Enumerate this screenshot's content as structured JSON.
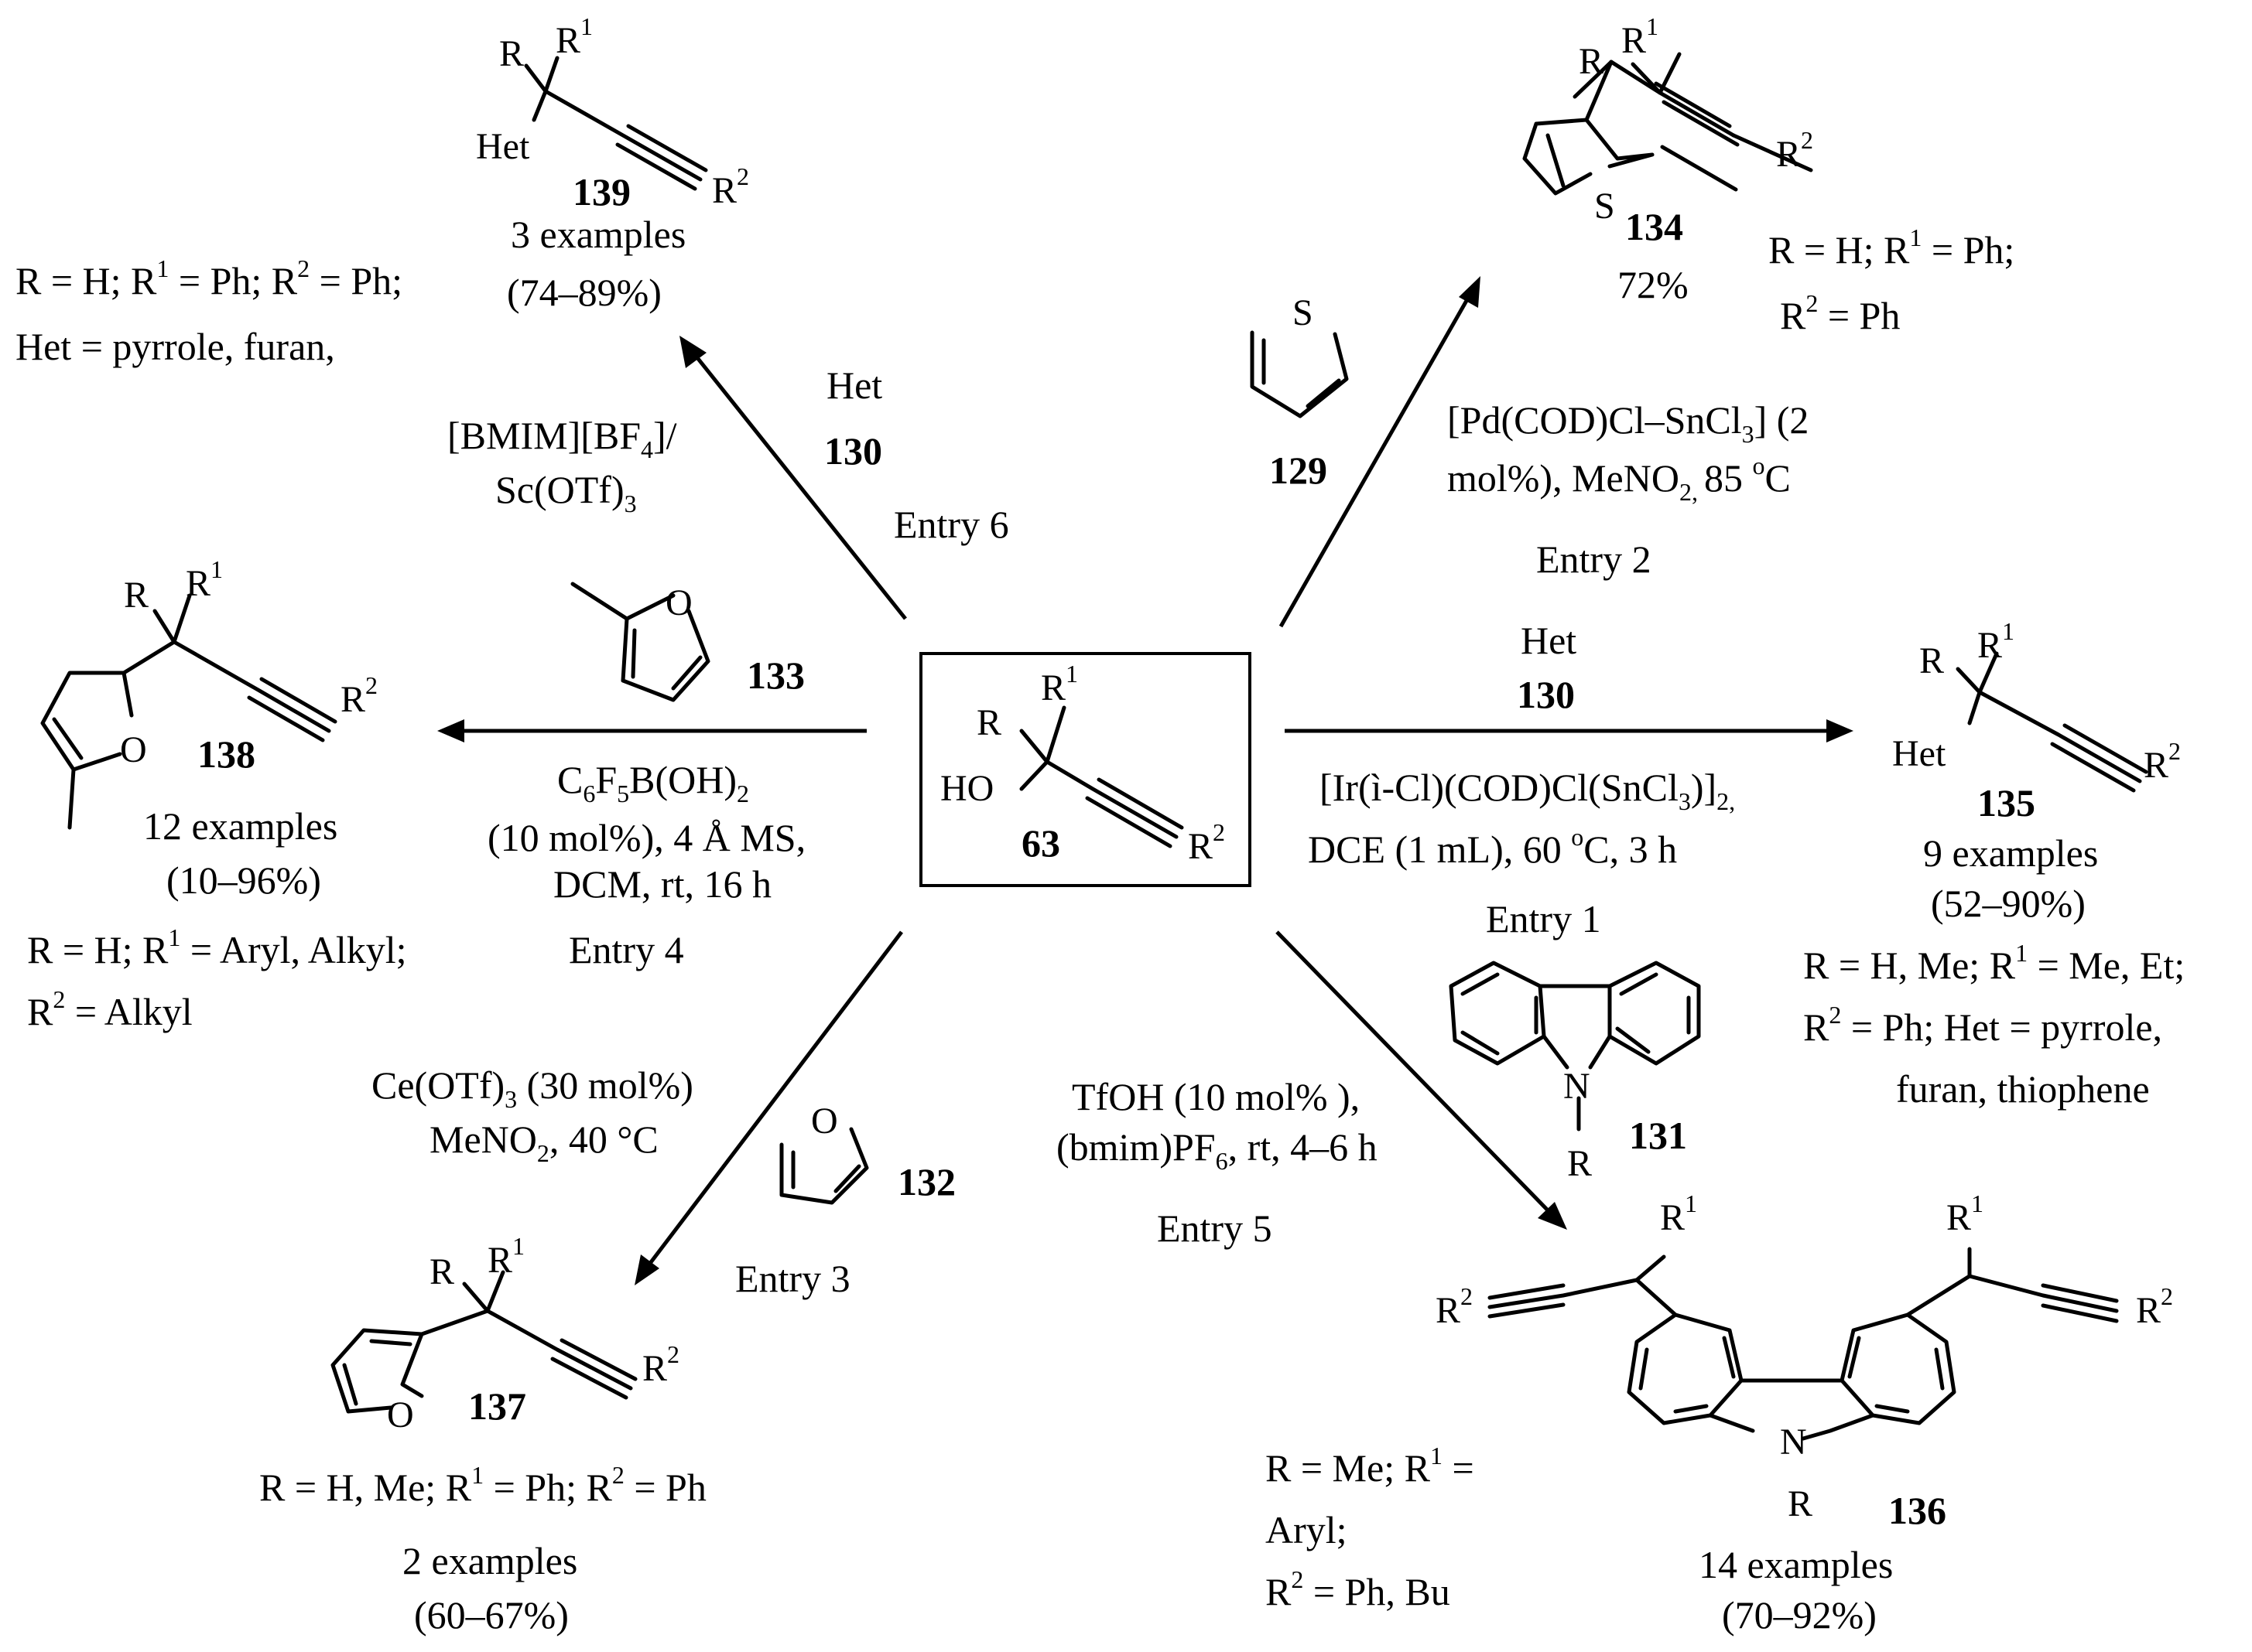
{
  "start": {
    "id": "63",
    "R": "R",
    "R1": "R",
    "R1_sup": "1",
    "HO": "HO",
    "R2": "R",
    "R2_sup": "2"
  },
  "top_left": {
    "product": "139",
    "examples": "3 examples",
    "yield": "(74–89%)",
    "subst_1": "R = H; R",
    "subst_1b": " = Ph; R",
    "subst_1c": " = Ph;",
    "subst_2": "Het = pyrrole, furan,",
    "reagent_het": "Het",
    "reagent_id": "130",
    "cond_1": "[BMIM][BF",
    "cond_1_sub": "4",
    "cond_1_end": "]/",
    "cond_2": "Sc(OTf)",
    "cond_2_sub": "3",
    "entry": "Entry 6",
    "het": "Het"
  },
  "top_right": {
    "product": "134",
    "yield": "72%",
    "subst_1": "R = H;  R",
    "subst_1b": " = Ph;",
    "subst_2": "R",
    "subst_2b": " = Ph",
    "reagent_id": "129",
    "cond_1": "[Pd(COD)Cl–SnCl",
    "cond_1_sub": "3",
    "cond_1_end": "] (2",
    "cond_2": "mol%), MeNO",
    "cond_2_sub": "2, ",
    "cond_2_end": "85 ",
    "cond_2_sup": "o",
    "cond_2_c": "C",
    "entry": "Entry 2",
    "S": "S"
  },
  "left": {
    "product": "138",
    "examples": "12 examples",
    "yield": "(10–96%)",
    "subst_1": "R = H; R",
    "subst_1b": " = Aryl, Alkyl;",
    "subst_2": "R",
    "subst_2b": " = Alkyl",
    "reagent_id": "133",
    "cond_1": "C",
    "cond_1_s1": "6",
    "cond_1_m": "F",
    "cond_1_s2": "5",
    "cond_1_e": "B(OH)",
    "cond_1_s3": "2",
    "cond_2": "(10 mol%), 4 Å MS,",
    "cond_3": "DCM, rt, 16 h",
    "entry": "Entry 4",
    "O": "O"
  },
  "right": {
    "product": "135",
    "examples": "9 examples",
    "yield": "(52–90%)",
    "subst_1": "R = H, Me; R",
    "subst_1b": " = Me, Et;",
    "subst_2": "R",
    "subst_2b": " = Ph; Het = pyrrole,",
    "subst_3": "furan, thiophene",
    "reagent_het": "Het",
    "reagent_id": "130",
    "cond_1": "[Ir(ì-Cl)(COD)Cl(SnCl",
    "cond_1_sub": "3",
    "cond_1_end": ")]",
    "cond_1_sub2": "2,",
    "cond_2": "DCE (1 mL), 60 ",
    "cond_2_sup": "o",
    "cond_2_end": "C, 3 h",
    "entry": "Entry 1",
    "het": "Het"
  },
  "bottom_left": {
    "product": "137",
    "subst": "R = H, Me;  R",
    "subst_b": " = Ph; R",
    "subst_c": " = Ph",
    "examples": "2 examples",
    "yield": "(60–67%)",
    "reagent_id": "132",
    "cond_1": "Ce(OTf)",
    "cond_1_sub": "3",
    "cond_1_end": " (30 mol%)",
    "cond_2": "MeNO",
    "cond_2_sub": "2",
    "cond_2_end": ", 40 °C",
    "entry": "Entry 3",
    "O": "O"
  },
  "bottom_right": {
    "product": "136",
    "examples": "14 examples",
    "yield": "(70–92%)",
    "subst_1": "R = Me;  R",
    "subst_1b": " =",
    "subst_2": "Aryl;",
    "subst_3": "R",
    "subst_3b": " = Ph, Bu",
    "reagent_id": "131",
    "cond_1": "TfOH (10 mol% ),",
    "cond_2": "(bmim)PF",
    "cond_2_sub": "6",
    "cond_2_end": ", rt, 4–6 h",
    "entry": "Entry 5",
    "N": "N"
  },
  "sup1": "1",
  "sup2": "2"
}
